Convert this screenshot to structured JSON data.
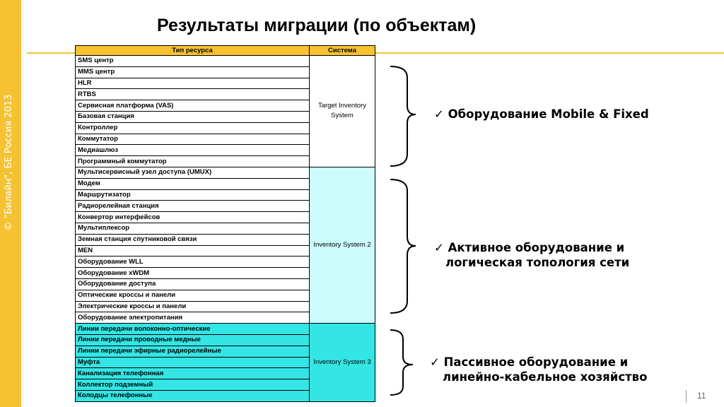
{
  "copyright": "© \"Билайн\", БЕ Россия 2013",
  "title": "Результаты миграции (по объектам)",
  "table": {
    "headers": [
      "Тип ресурса",
      "Система"
    ],
    "groups": [
      {
        "system": "Target Inventory System",
        "rows": [
          "SMS центр",
          "MMS центр",
          "HLR",
          "RTBS",
          "Сервисная платформа (VAS)",
          "Базовая станция",
          "Контроллер",
          "Коммутатор",
          "Медиашлюз",
          "Программный коммутатор"
        ]
      },
      {
        "system": "Inventory System 2",
        "rows": [
          "Мультисервисный узел доступа (UMUX)",
          "Модем",
          "Маршрутизатор",
          "Радиорелейная станция",
          "Конвертор интерфейсов",
          "Мультиплексор",
          "Земная станция спутниковой связи",
          "MEN",
          "Оборудование WLL",
          "Оборудование xWDM",
          "Оборудование доступа",
          "Оптические кроссы и панели",
          "Электрические кроссы и панели",
          "Оборудование электропитания"
        ]
      },
      {
        "system": "Inventory System 3",
        "rows": [
          "Линии передачи волоконно-оптические",
          "Линии передачи проводные медные",
          "Линии передачи эфирные радиорелейные",
          "Муфта",
          "Канализация телефонная",
          "Коллектор подземный",
          "Колодцы телефонные"
        ]
      }
    ]
  },
  "notes": [
    {
      "check": "✓",
      "line1": "Оборудование Mobile & Fixed",
      "line2": ""
    },
    {
      "check": "✓",
      "line1": " Активное оборудование и",
      "line2": "логическая топология сети"
    },
    {
      "check": "✓",
      "line1": " Пассивное оборудование и",
      "line2": "линейно-кабельное хозяйство"
    }
  ],
  "page_number": "11",
  "colors": {
    "accent": "#f5c232",
    "group2": "#ccfcfc",
    "group3": "#34e5e5"
  }
}
